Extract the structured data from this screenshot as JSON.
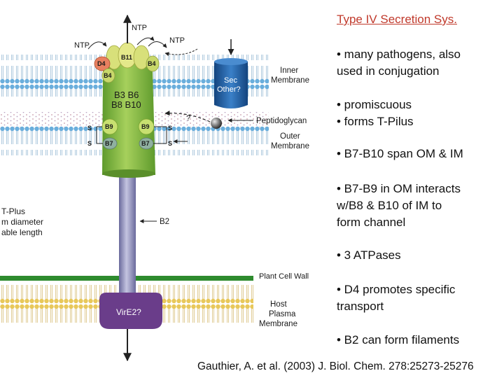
{
  "title": "Type IV Secretion Sys.",
  "bullets": [
    [
      "• many pathogens, also",
      "used in conjugation"
    ],
    [
      "• promiscuous",
      "• forms T-Pilus"
    ],
    [
      "• B7-B10 span OM & IM"
    ],
    [
      "• B7-B9 in OM interacts",
      "w/B8 & B10 of IM to",
      "form channel"
    ],
    [
      "• 3 ATPases"
    ],
    [
      "• D4 promotes specific",
      "transport"
    ],
    [
      "• B2 can form filaments"
    ]
  ],
  "citation": "Gauthier, A. et al. (2003) J. Biol. Chem. 278:25273-25276",
  "diagram": {
    "ntp_top": "NTP",
    "ntp_left": "NTP",
    "ntp_right": "NTP",
    "b11": "B11",
    "d4": "D4",
    "b4_left": "B4",
    "b4_right": "B4",
    "core_line1": "B3  B6",
    "core_line2": "B8  B10",
    "b9_left": "B9",
    "b9_right": "B9",
    "b7_left": "B7",
    "b7_right": "B7",
    "s1": "S",
    "s2": "S",
    "s3": "S",
    "s4": "S",
    "question": "?",
    "sec_line1": "Sec",
    "sec_line2": "Other?",
    "inner_membrane": [
      "Inner",
      "Membrane"
    ],
    "peptidoglycan": "Peptidoglycan",
    "outer_membrane": [
      "Outer",
      "Membrane"
    ],
    "tpilus": [
      "T-Plus",
      "m diameter",
      "able length"
    ],
    "b2": "B2",
    "plant_cell_wall": "Plant Cell Wall",
    "host_membrane": [
      "Host",
      "Plasma",
      "Membrane"
    ],
    "vire2": "VirE2?"
  },
  "colors": {
    "title": "#c0392b",
    "channel_green": "#7cb342",
    "pilus": "#8a8ab8",
    "vire2": "#6a3d8a",
    "sec": "#1f5fa8",
    "cell_wall": "#2e8b2e",
    "lipid_head_blue": "#6aaedc",
    "lipid_head_yellow": "#e8c85a"
  }
}
